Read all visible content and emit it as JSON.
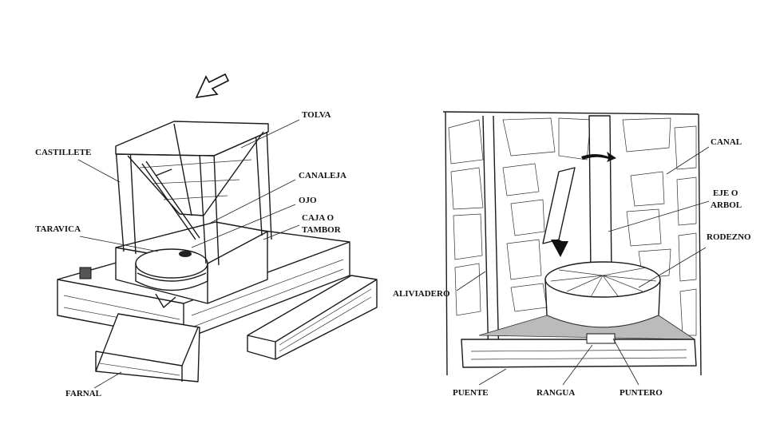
{
  "horizontal_mill": {
    "labels": {
      "tolva": "TOLVA",
      "castillete": "CASTILLETE",
      "canaleja": "CANALEJA",
      "ojo": "OJO",
      "caja_line1": "CAJA O",
      "caja_line2": "TAMBOR",
      "taravica": "TARAVICA",
      "farnal": "FARNAL"
    }
  },
  "water_wheel": {
    "labels": {
      "canal": "CANAL",
      "eje_line1": "EJE O",
      "eje_line2": "ARBOL",
      "rodezno": "RODEZNO",
      "aliviadero": "ALIVIADERO",
      "puente": "PUENTE",
      "rangua": "RANGUA",
      "puntero": "PUNTERO"
    }
  }
}
